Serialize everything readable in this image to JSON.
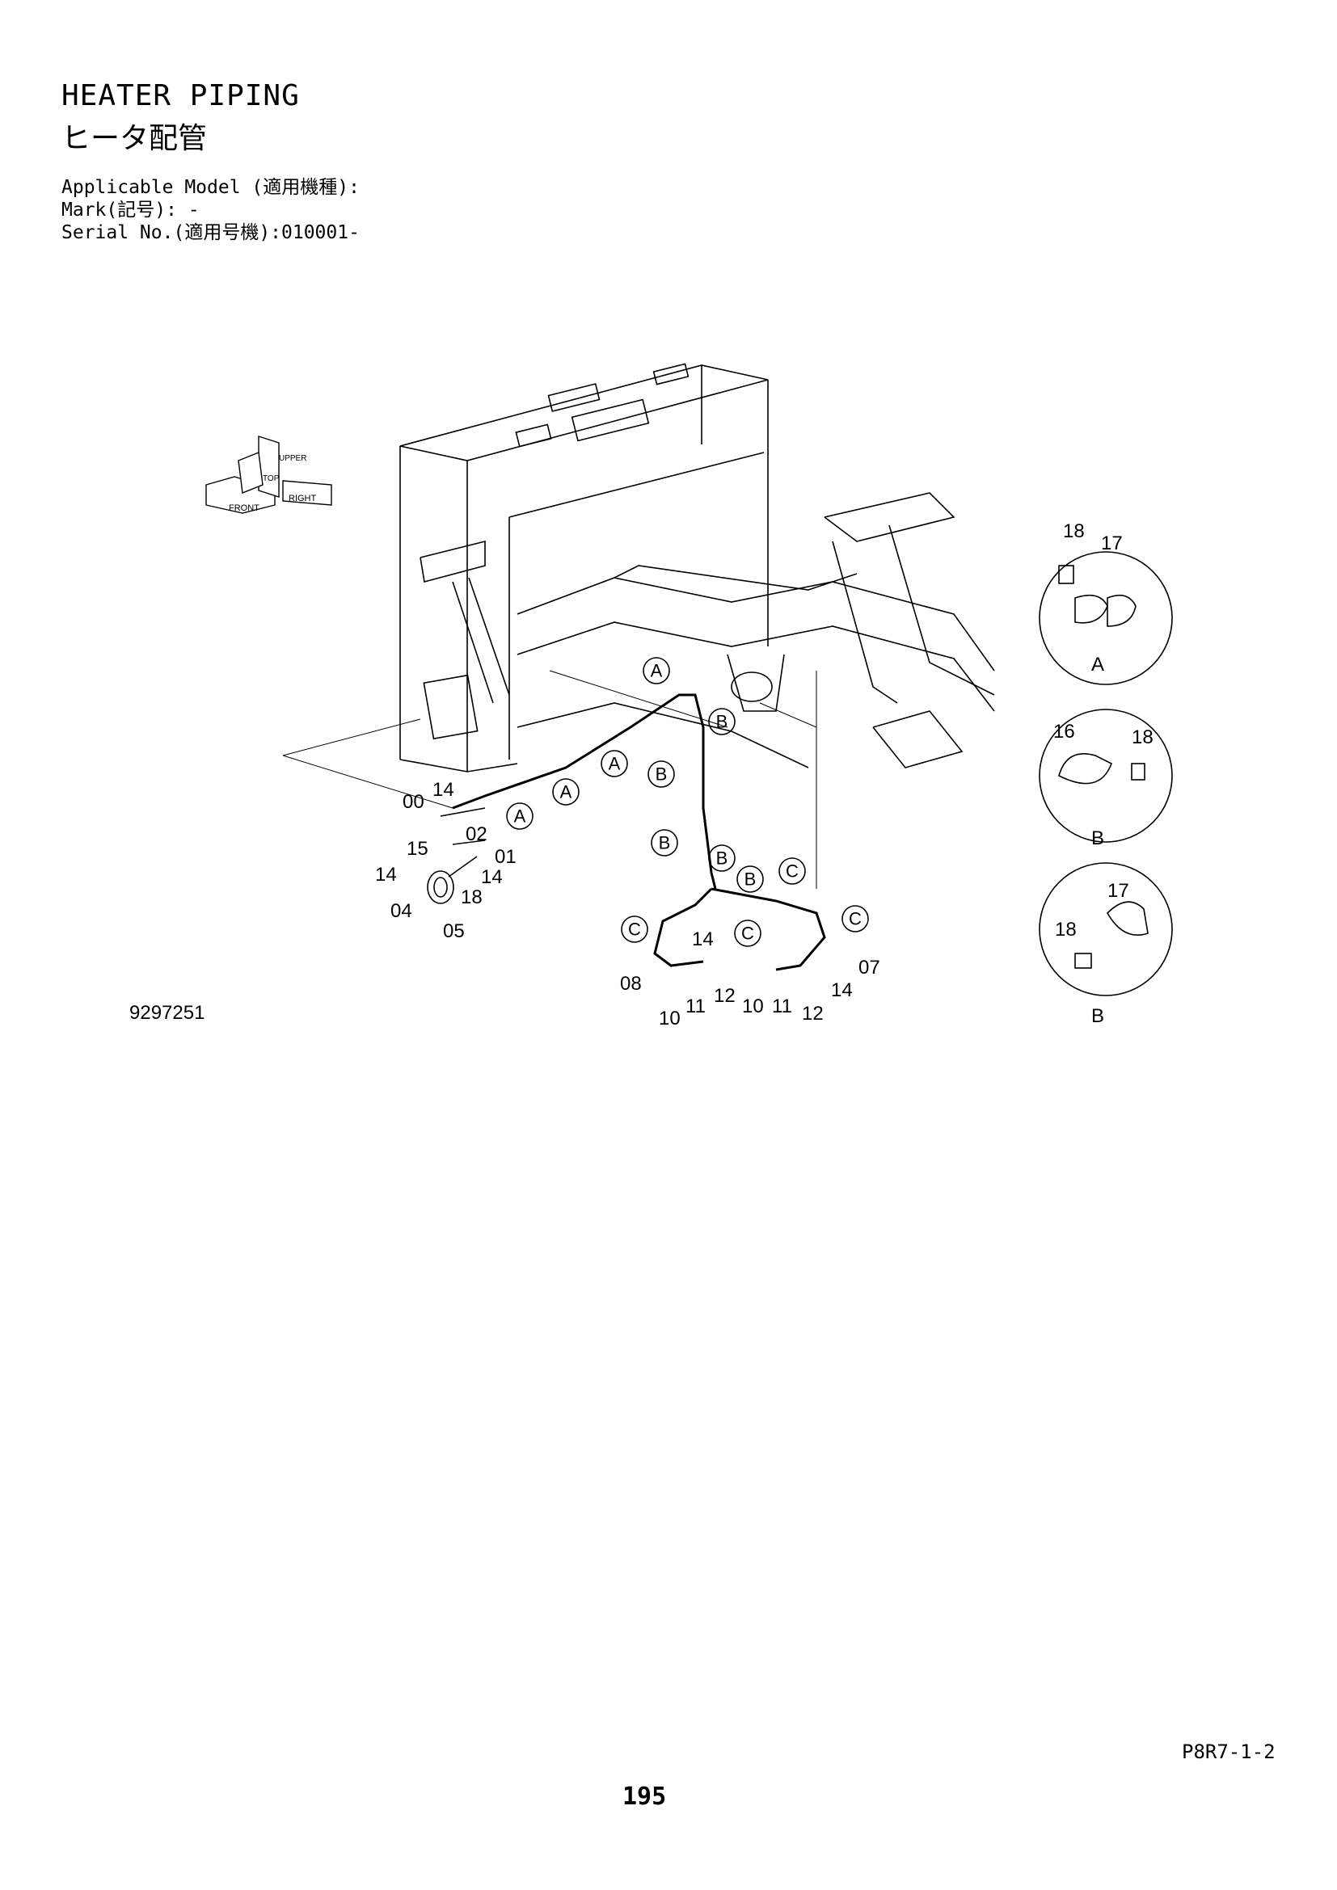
{
  "header": {
    "title_en": "HEATER PIPING",
    "title_ja": "ヒータ配管",
    "applicable_model": "Applicable Model (適用機種):",
    "mark": "Mark(記号): -",
    "serial": "Serial No.(適用号機):010001-"
  },
  "orientation_arrows": {
    "top": "TOP",
    "front": "FRONT",
    "right": "RIGHT",
    "upper": "UPPER"
  },
  "callouts": {
    "a": "A",
    "b": "B",
    "c": "C",
    "p00": "00",
    "p01": "01",
    "p02": "02",
    "p04": "04",
    "p05": "05",
    "p07": "07",
    "p08": "08",
    "p10": "10",
    "p11": "11",
    "p12": "12",
    "p14": "14",
    "p15": "15",
    "p16": "16",
    "p17": "17",
    "p18": "18"
  },
  "detail_views": [
    {
      "label": "A",
      "parts": [
        "18",
        "17"
      ]
    },
    {
      "label": "B",
      "parts": [
        "16",
        "18"
      ]
    },
    {
      "label": "B",
      "parts": [
        "17",
        "18"
      ]
    }
  ],
  "footer": {
    "drawing_number": "9297251",
    "page_ref": "P8R7-1-2",
    "page_number": "195"
  }
}
